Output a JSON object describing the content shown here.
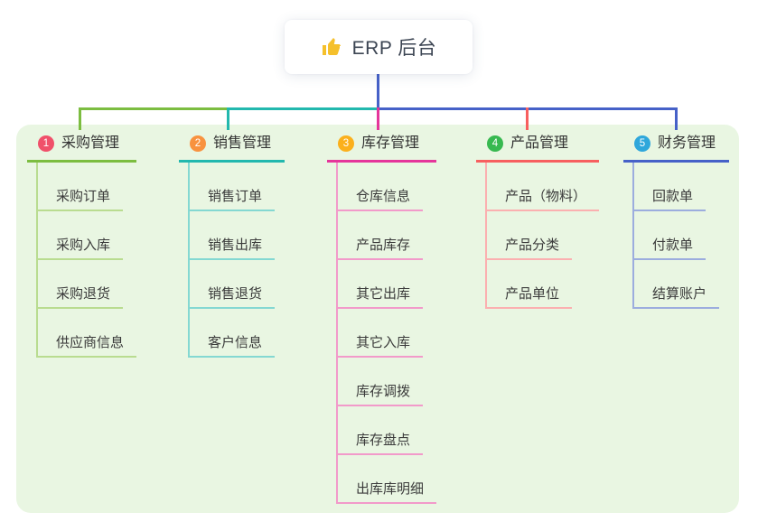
{
  "root": {
    "title": "ERP 后台",
    "icon": "thumbs-up-icon"
  },
  "colors": {
    "page_bg": "#ffffff",
    "panel_bg": "#e9f6e2",
    "root_line": "#4661c8",
    "root_text": "#3c4553",
    "node_text": "#3b3b3b",
    "thumb_icon": "#f5c02c"
  },
  "branches": [
    {
      "num": "1",
      "label": "采购管理",
      "badge_color": "#f0506a",
      "line_color": "#7cbd40",
      "child_line_color": "#b9dc90",
      "children": [
        "采购订单",
        "采购入库",
        "采购退货",
        "供应商信息"
      ]
    },
    {
      "num": "2",
      "label": "销售管理",
      "badge_color": "#f8923f",
      "line_color": "#22b8ae",
      "child_line_color": "#84d8d2",
      "children": [
        "销售订单",
        "销售出库",
        "销售退货",
        "客户信息"
      ]
    },
    {
      "num": "3",
      "label": "库存管理",
      "badge_color": "#fbb01c",
      "line_color": "#e5359b",
      "child_line_color": "#f29aca",
      "children": [
        "仓库信息",
        "产品库存",
        "其它出库",
        "其它入库",
        "库存调拨",
        "库存盘点",
        "出库库明细"
      ]
    },
    {
      "num": "4",
      "label": "产品管理",
      "badge_color": "#37b950",
      "line_color": "#f75f5f",
      "child_line_color": "#fbb0b0",
      "children": [
        "产品（物料）",
        "产品分类",
        "产品单位"
      ]
    },
    {
      "num": "5",
      "label": "财务管理",
      "badge_color": "#2fa7db",
      "line_color": "#4661c8",
      "child_line_color": "#9cadde",
      "children": [
        "回款单",
        "付款单",
        "结算账户"
      ]
    }
  ]
}
